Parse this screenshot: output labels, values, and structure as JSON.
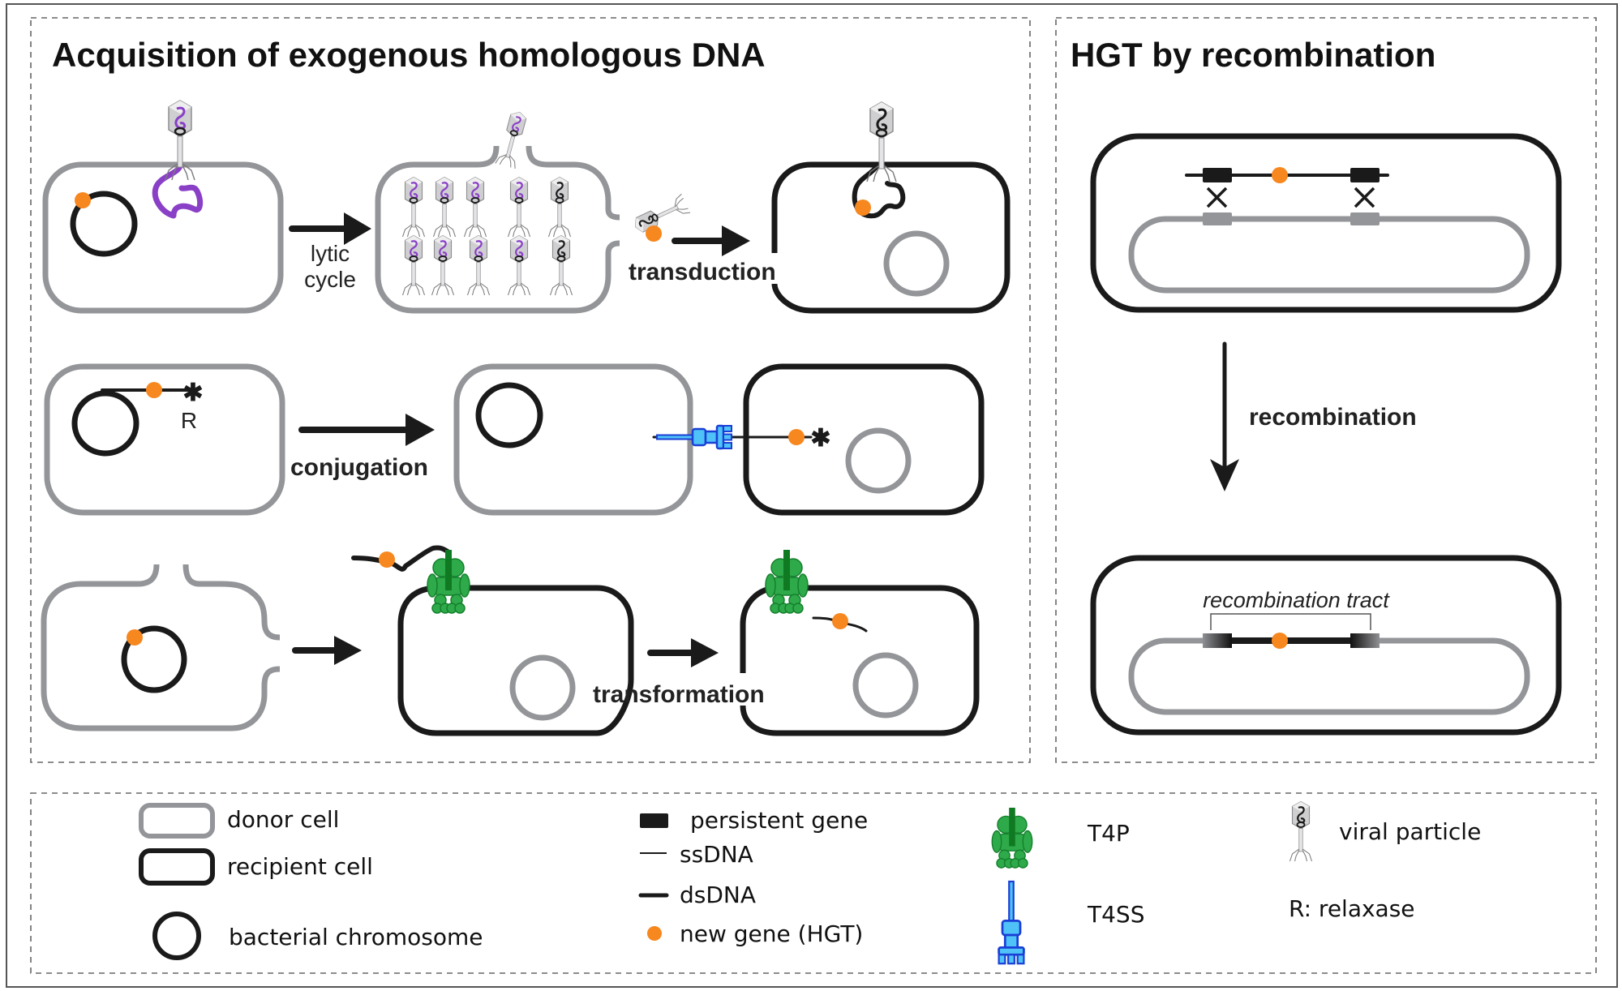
{
  "panels": {
    "acquisition": {
      "title": "Acquisition of exogenous homologous DNA",
      "rows": [
        {
          "process": "transduction",
          "step_label_lines": [
            "lytic",
            "cycle"
          ],
          "label": "transduction"
        },
        {
          "process": "conjugation",
          "label": "conjugation",
          "relaxase_letter": "R"
        },
        {
          "process": "transformation",
          "label": "transformation"
        }
      ]
    },
    "recombination": {
      "title": "HGT by recombination",
      "arrow_label": "recombination",
      "tract_label": "recombination tract"
    }
  },
  "legend": {
    "items": [
      {
        "icon": "donor-cell-icon",
        "label": "donor cell"
      },
      {
        "icon": "recipient-cell-icon",
        "label": "recipient cell"
      },
      {
        "icon": "bacterial-chromosome-icon",
        "label": "bacterial chromosome"
      },
      {
        "icon": "persistent-gene-icon",
        "label": "persistent gene"
      },
      {
        "icon": "ssdna-icon",
        "label": "ssDNA"
      },
      {
        "icon": "dsdna-icon",
        "label": "dsDNA"
      },
      {
        "icon": "new-gene-icon",
        "label": "new gene (HGT)"
      },
      {
        "icon": "t4p-icon",
        "label": "T4P"
      },
      {
        "icon": "t4ss-icon",
        "label": "T4SS"
      },
      {
        "icon": "viral-particle-icon",
        "label": "viral particle"
      },
      {
        "icon": "relaxase-note",
        "label": "R: relaxase"
      }
    ]
  },
  "colors": {
    "donor": "#939598",
    "recipient": "#1a1a1a",
    "new_gene": "#f7871f",
    "phage_dna": "#8a3fc7",
    "t4p": "#1f9a3a",
    "t4ss": "#1a3fd6"
  }
}
